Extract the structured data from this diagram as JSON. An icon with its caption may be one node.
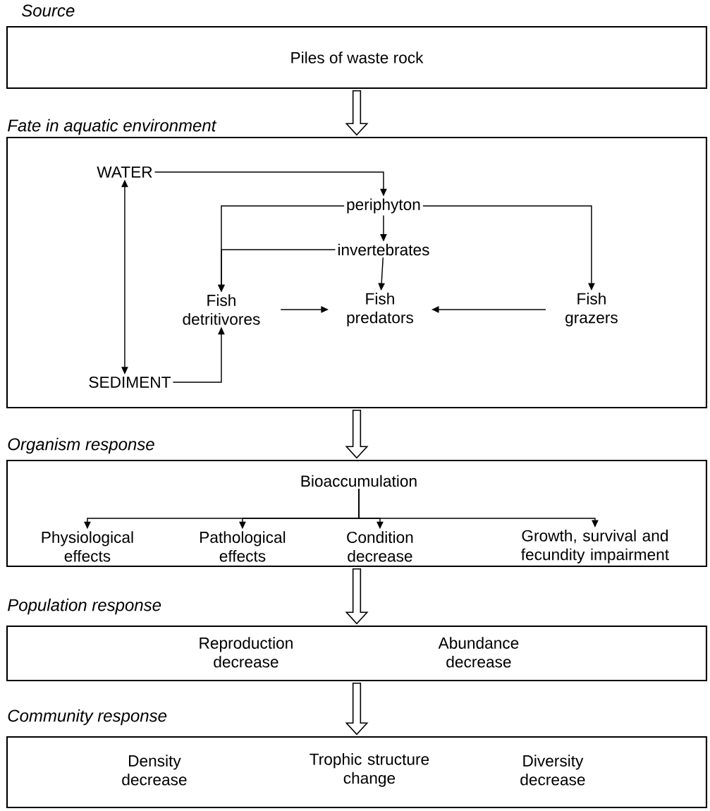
{
  "diagram": {
    "nodes": [
      {
        "text": [
          "Source",
          "Piles of waste rock"
        ]
      },
      {
        "text": [
          "Fate in aquatic environment"
        ]
      },
      {
        "text": [
          "WATER"
        ],
        "in": 1
      },
      {
        "text": [
          "periphyton"
        ],
        "in": 1
      },
      {
        "text": [
          "invertebrates"
        ],
        "in": 1
      },
      {
        "text": [
          "Fish detritivores"
        ],
        "in": 1
      },
      {
        "text": [
          "Fish predators"
        ],
        "in": 1
      },
      {
        "text": [
          "Fish grazers"
        ],
        "in": 1
      },
      {
        "text": [
          "SEDIMENT"
        ],
        "in": 1
      },
      {
        "text": [
          "Organism response"
        ]
      },
      {
        "text": [
          "Bioaccumulation"
        ],
        "in": 9
      },
      {
        "text": [
          "Physiological effects"
        ],
        "in": 9
      },
      {
        "text": [
          "Pathological effects"
        ],
        "in": 9
      },
      {
        "text": [
          "Condition decrease"
        ],
        "in": 9
      },
      {
        "text": [
          "Growth, survival and fecundity impairment"
        ],
        "in": 9
      },
      {
        "text": [
          "Population response"
        ]
      },
      {
        "text": [
          "Reproduction decrease"
        ],
        "in": 15
      },
      {
        "text": [
          "Abundance decrease"
        ],
        "in": 15
      },
      {
        "text": [
          "Community response"
        ]
      },
      {
        "text": [
          "Density decrease"
        ],
        "in": 18
      },
      {
        "text": [
          "Trophic structure change"
        ],
        "in": 18
      },
      {
        "text": [
          "Diversity decrease"
        ],
        "in": 18
      }
    ],
    "edges": [
      {
        "from": 0,
        "to": 1,
        "arrow": "to",
        "style": "thick"
      },
      {
        "from": 2,
        "to": 3,
        "arrow": "to"
      },
      {
        "from": 2,
        "to": 8,
        "arrow": "both"
      },
      {
        "from": 3,
        "to": 4,
        "arrow": "to"
      },
      {
        "from": 3,
        "to": 5,
        "arrow": "to"
      },
      {
        "from": 4,
        "to": 5,
        "arrow": "to"
      },
      {
        "from": 3,
        "to": 7,
        "arrow": "to"
      },
      {
        "from": 4,
        "to": 6,
        "arrow": "to"
      },
      {
        "from": 5,
        "to": 6,
        "arrow": "to"
      },
      {
        "from": 7,
        "to": 6,
        "arrow": "to"
      },
      {
        "from": 8,
        "to": 5,
        "arrow": "to"
      },
      {
        "from": 1,
        "to": 9,
        "arrow": "to",
        "style": "thick"
      },
      {
        "from": 10,
        "to": 11,
        "arrow": "to"
      },
      {
        "from": 10,
        "to": 12,
        "arrow": "to"
      },
      {
        "from": 10,
        "to": 13,
        "arrow": "to"
      },
      {
        "from": 10,
        "to": 14,
        "arrow": "to"
      },
      {
        "from": 9,
        "to": 15,
        "arrow": "to",
        "style": "thick"
      },
      {
        "from": 15,
        "to": 18,
        "arrow": "to",
        "style": "thick"
      }
    ]
  }
}
